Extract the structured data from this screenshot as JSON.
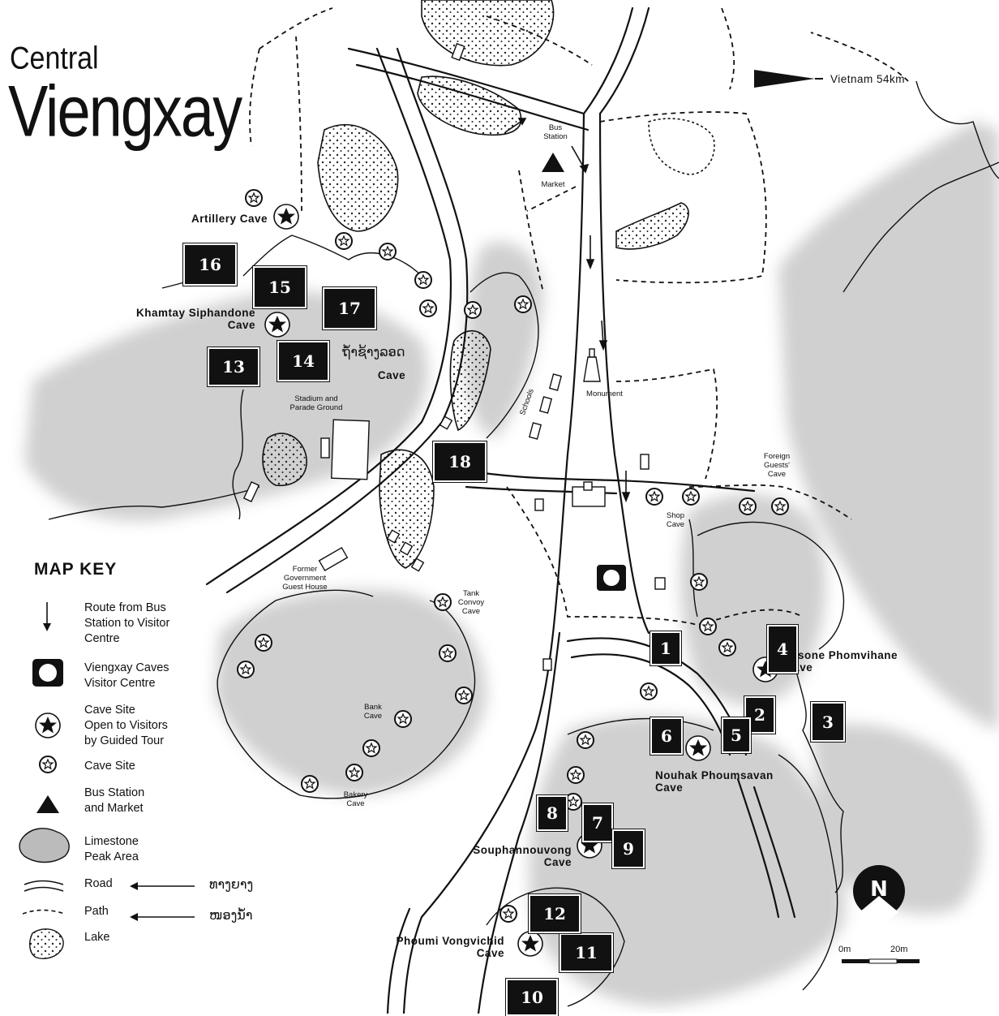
{
  "title": {
    "line1": "Central",
    "line2": "Viengxay"
  },
  "direction": {
    "label": "Vietnam 54km"
  },
  "legend": {
    "heading": "MAP KEY",
    "items": [
      {
        "symbol": "arrow-down-icon",
        "text": "Route from Bus\nStation to Visitor\nCentre"
      },
      {
        "symbol": "visitor-centre-icon",
        "text": "Viengxay Caves\nVisitor Centre"
      },
      {
        "symbol": "star-circle-icon",
        "text": "Cave Site\nOpen to Visitors\nby Guided Tour"
      },
      {
        "symbol": "star-icon",
        "text": "Cave Site"
      },
      {
        "symbol": "triangle-icon",
        "text": "Bus Station\nand Market"
      },
      {
        "symbol": "limestone-icon",
        "text": "Limestone\nPeak Area"
      },
      {
        "symbol": "road-icon",
        "text": "Road"
      },
      {
        "symbol": "path-icon",
        "text": "Path"
      },
      {
        "symbol": "lake-icon",
        "text": "Lake"
      }
    ],
    "road_lao": "ທາງຍາງ",
    "path_lao": "ໜອງນ້ຳ"
  },
  "places": {
    "artillery": "Artillery Cave",
    "khamtay": "Khamtay Siphandone\nCave",
    "lao_cave_name": "ຖ້ຳຊ້າງລອດ",
    "cave_word": "Cave",
    "kaysone": "aysone Phomvihane\nCave",
    "nouhak": "Nouhak Phoumsavan\nCave",
    "souphanouvong": "Souphannouvong\nCave",
    "phoumi": "Phoumi Vongvichid\nCave"
  },
  "small_labels": {
    "bus_station": "Bus\nStation",
    "market": "Market",
    "stadium": "Stadium and\nParade Ground",
    "schools": "Schools",
    "monument": "Monument",
    "foreign": "Foreign\nGuests'\nCave",
    "shop": "Shop\nCave",
    "former": "Former\nGovernment\nGuest House",
    "tank": "Tank\nConvoy\nCave",
    "bank": "Bank\nCave",
    "bakery": "Bakery\nCave"
  },
  "markers": [
    "1",
    "2",
    "3",
    "4",
    "5",
    "6",
    "7",
    "8",
    "9",
    "10",
    "11",
    "12",
    "13",
    "14",
    "15",
    "16",
    "17",
    "18"
  ],
  "scale": {
    "start": "0m",
    "end": "20m"
  },
  "north": "N"
}
